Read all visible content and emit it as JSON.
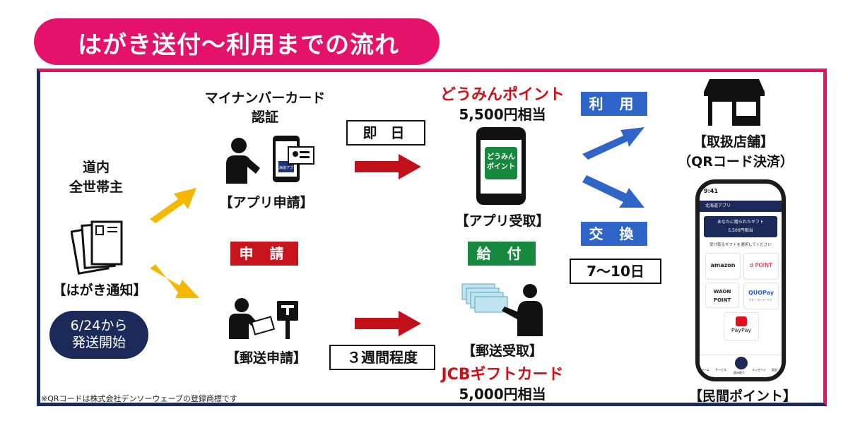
{
  "header": {
    "title": "はがき送付～利用までの流れ"
  },
  "left": {
    "target_line1": "道内",
    "target_line2": "全世帯主",
    "postcard_label": "【はがき通知】",
    "date_line1": "6/24から",
    "date_line2": "発送開始"
  },
  "apply": {
    "mynumber_line1": "マイナンバーカード",
    "mynumber_line2": "認証",
    "app_apply_label": "【アプリ申請】",
    "apply_tag": "申 請",
    "mail_apply_label": "【郵送申請】",
    "phone_tiny_text": "北海道アプリ"
  },
  "middle": {
    "same_day": "即 日",
    "three_weeks": "３週間程度"
  },
  "receive": {
    "doumin_point": "どうみんポイント",
    "doumin_amount": "5,500円相当",
    "app_icon_line1": "どうみん",
    "app_icon_line2": "ポイント",
    "app_receive_label": "【アプリ受取】",
    "grant_tag": "給 付",
    "mail_receive_label": "【郵送受取】",
    "jcb_card": "JCBギフトカード",
    "jcb_amount": "5,000円相当"
  },
  "use": {
    "use_tag": "利 用",
    "exchange_tag": "交 換",
    "days": "7～10日"
  },
  "right": {
    "store_line1": "【取扱店舗】",
    "store_line2": "（QRコード決済）",
    "private_points": "【民間ポイント】",
    "screen": {
      "time": "9:41",
      "header_text": "北海道アプリ",
      "gift_line1": "あなたに贈られたギフト",
      "gift_line2": "5,500円相当",
      "select_text": "受け取るギフトを選択してください",
      "options": [
        "amazon",
        "d POINT",
        "WAON POINT",
        "QUOPay",
        "PayPay"
      ],
      "quo_sub": "クオ・カード ペイ",
      "tabs": [
        "ホーム",
        "サービス",
        "読み取り",
        "メッセージ",
        "設定"
      ]
    }
  },
  "footnote": "※QRコードは株式会社デンソーウェーブの登録商標です",
  "colors": {
    "magenta": "#e4126a",
    "navy": "#1c2a5a",
    "red_arrow": "#c0101a",
    "yellow_arrow": "#f5b800",
    "blue_arrow": "#2f65c8",
    "green": "#17893f"
  }
}
